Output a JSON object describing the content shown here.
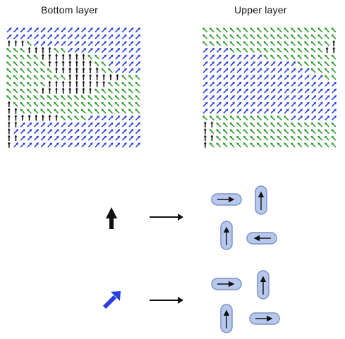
{
  "panels": {
    "bottom": {
      "title": "Bottom layer"
    },
    "upper": {
      "title": "Upper layer"
    }
  },
  "colors": {
    "black": "#111111",
    "blue": "#2a3fe0",
    "green": "#2e9b2e",
    "pill_fill": "#b7c8ec",
    "pill_stroke": "#7a92c8"
  },
  "lattice": {
    "size": 20,
    "bottom_rows": [
      "bbbbbbbbbbbbbbbbbbbb",
      "bbbbbbbbbbbbbbbbbbbb",
      "kkkgbbbbbbbbbbbbbbbb",
      "gggkkkkggbbbbbbbbbbb",
      "gggggkkkkkkkggbbbbbb",
      "ggggggkkkkkkkggbbbbb",
      "gggggggkkkkkkkggbbbb",
      "gggggggggkkkkkkkkggg",
      "ggggggkkkkkkkkkggggg",
      "gggggkkkkkkkkggggggg",
      "gggggggggggggggggggg",
      "kggggggggggggggggggg",
      "kkgggggggggggggggggg",
      "kkkkkkkkggggbbbbbbbb",
      "kkbbbbbbbbbbbbbbbbbb",
      "kbbbbbbbbbbbbbbbbbbb",
      "kkbbbbbbbbbbbbbbbbbb",
      "kbbbbbbbbbbbbbbbbbbb"
    ],
    "upper_rows": [
      "gggggggggggggggggggg",
      "gggggggggggggggggggg",
      "gggggggggggggggggggk",
      "bbbbggggggggggggggkk",
      "bbbbbbbbbggggggggggg",
      "bbbbbbbbbbbbbbgggggg",
      "bbbbbbbbbbbbbbbbgggg",
      "bbbbbbbbbbbbbbbbbbgg",
      "bbbbbbbbbbbbbbbbbbbb",
      "bbbbbbbbbbbbbbbbbbbb",
      "bbbbbbbbbbbbbbbbbbbb",
      "bbbbbbbbbbbbbbbbbbbb",
      "bbbbbbbbbbbbbbbbbbbb",
      "gggggggggggggbbbbbbb",
      "kkgggggggggggggggggg",
      "kggggggggggggggggggg",
      "kkgggggggggggggggggg",
      "kggggggggggggggggggg"
    ]
  },
  "mapping": [
    {
      "source": "black up arrow",
      "pills": [
        "right",
        "up",
        "up",
        "left"
      ]
    },
    {
      "source": "blue diagonal arrow",
      "pills": [
        "right",
        "up",
        "up",
        "right"
      ]
    }
  ]
}
